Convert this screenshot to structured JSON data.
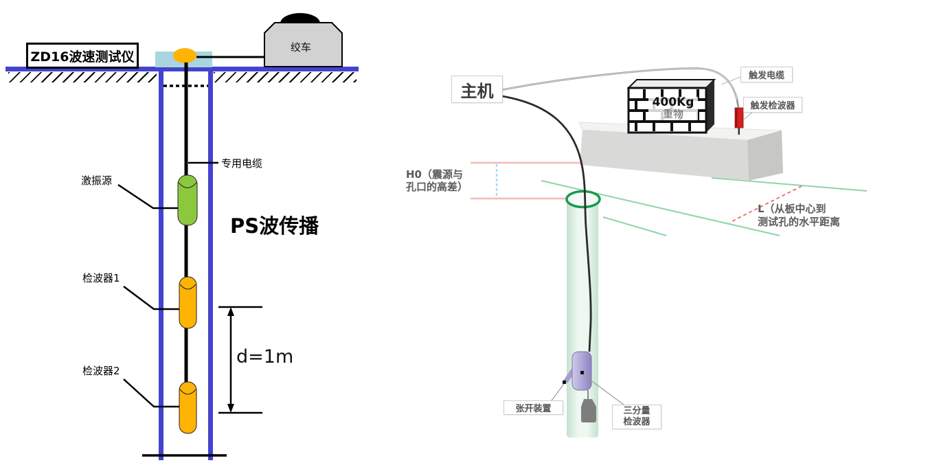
{
  "left_diagram": {
    "instrument_label": "ZD16波速测试仪",
    "winch_label": "绞车",
    "cable_label": "专用电缆",
    "source_label": "激振源",
    "wave_label": "PS波传播",
    "geophone1_label": "检波器1",
    "geophone2_label": "检波器2",
    "spacing_label": "d=1m",
    "colors": {
      "ground_blue": "#4343d0",
      "casing_cyan": "#a9d5de",
      "pulley_orange": "#ffb405",
      "source_green": "#8cc83e",
      "geophone_orange": "#ffb405",
      "winch_gray": "#d2d2d2"
    }
  },
  "right_diagram": {
    "host_label": "主机",
    "trigger_cable_label": "触发电缆",
    "trigger_geophone_label": "触发检波器",
    "weight_label_line1": "400Kg",
    "weight_label_line2": "重物",
    "h0_label_line1": "H0（震源与",
    "h0_label_line2": "孔口的高差）",
    "l_label_line1": "L（从板中心到",
    "l_label_line2": "测试孔的水平距离",
    "opener_label": "张开装置",
    "tri_geophone_label_line1": "三分量",
    "tri_geophone_label_line2": "检波器",
    "colors": {
      "borehole_green": "#d9eee0",
      "ring_green": "#189b4e",
      "trigger_red": "#d42020",
      "device_purple": "#a79dd2",
      "h0_line_pink": "#f5b9b4",
      "annotation_green": "#8fd4a8",
      "annotation_red_dashed": "#e86a5e"
    }
  }
}
